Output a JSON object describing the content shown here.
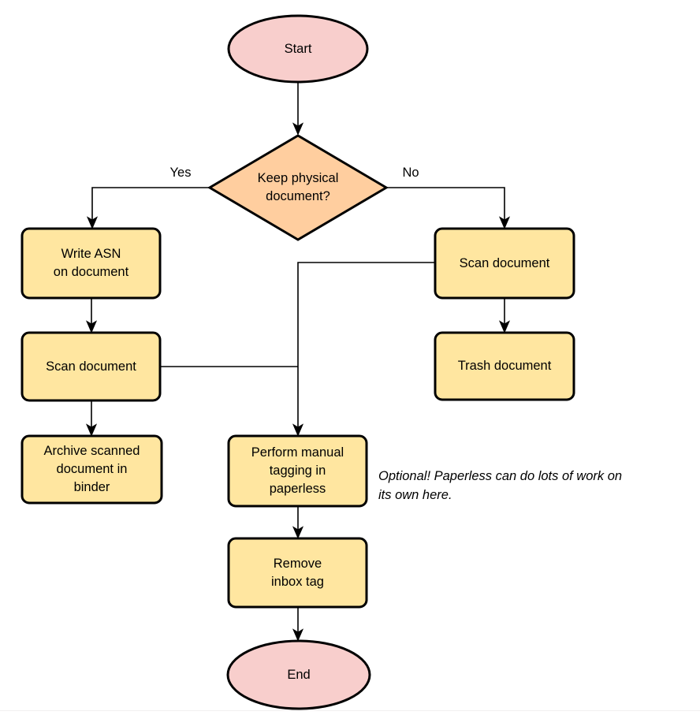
{
  "page": {
    "background": "#ffffff"
  },
  "palette": {
    "terminal_fill": "#f8cecc",
    "decision_fill": "#ffce9f",
    "process_fill": "#ffe6a0",
    "stroke": "#000000",
    "text": "#000000",
    "footer_line_color": "#f2f0f0"
  },
  "nodes": {
    "start": {
      "type": "terminal-ellipse",
      "label": "Start"
    },
    "decision": {
      "type": "decision-diamond",
      "label": "Keep physical\ndocument?"
    },
    "write_asn": {
      "type": "process",
      "label": "Write ASN\non document"
    },
    "scan_left": {
      "type": "process",
      "label": "Scan document"
    },
    "archive": {
      "type": "process",
      "label": "Archive scanned\ndocument in\nbinder"
    },
    "scan_right": {
      "type": "process",
      "label": "Scan document"
    },
    "trash": {
      "type": "process",
      "label": "Trash document"
    },
    "perform_tagging": {
      "type": "process",
      "label": "Perform manual\ntagging in\npaperless"
    },
    "remove_inbox": {
      "type": "process",
      "label": "Remove\ninbox tag"
    },
    "end": {
      "type": "terminal-ellipse",
      "label": "End"
    }
  },
  "edge_labels": {
    "yes": "Yes",
    "no": "No"
  },
  "annotation": {
    "text": "Optional! Paperless can do lots of work on\nits own here."
  }
}
